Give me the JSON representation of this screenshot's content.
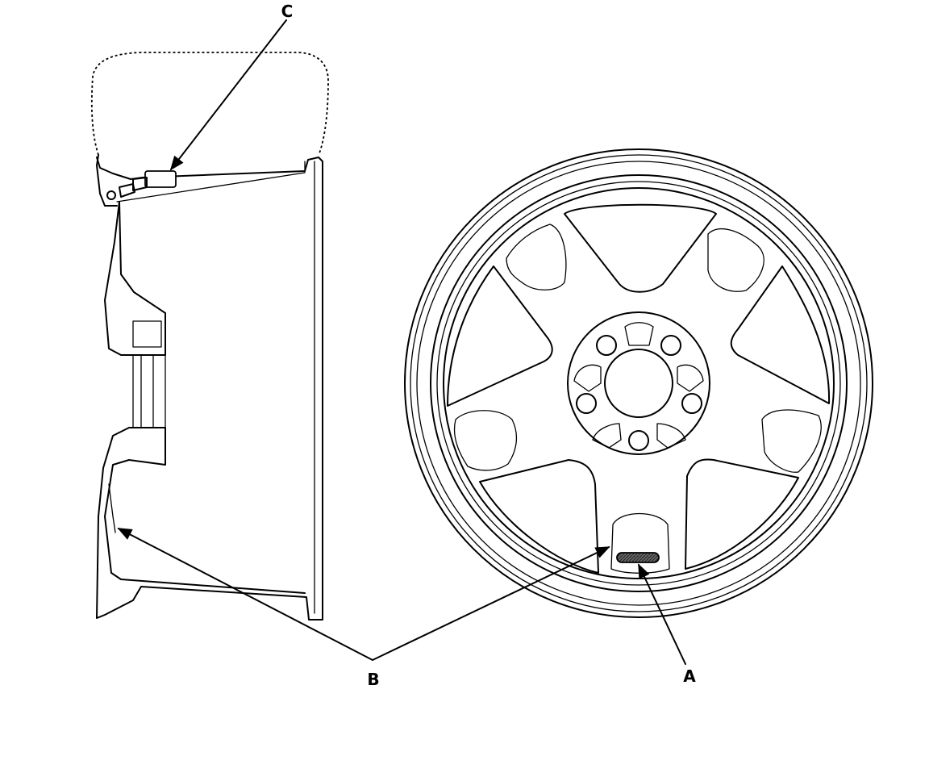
{
  "labels": {
    "a": "A",
    "b": "B",
    "c": "C"
  },
  "colors": {
    "line": "#000000",
    "background": "#ffffff",
    "sensor_fill": "#555555"
  }
}
